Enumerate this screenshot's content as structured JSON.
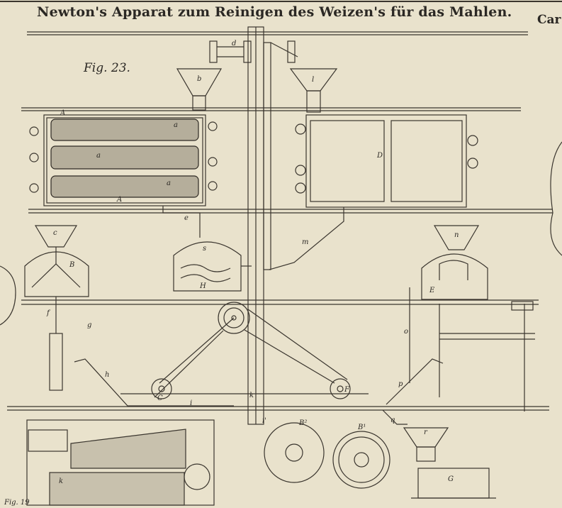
{
  "plate": {
    "title": "Newton's Apparat zum Reinigen des Weizen's für das Mahlen.",
    "title_cut_right": "Car",
    "fig_main": "Fig. 23.",
    "fig_bottom_left": "Fig. 19"
  },
  "labels": {
    "A_top": "A",
    "A_bottom": "A",
    "a1": "a",
    "a2": "a",
    "a3": "a",
    "b": "b",
    "d": "d",
    "l": "l",
    "D": "D",
    "c": "c",
    "B": "B",
    "e": "e",
    "m": "m",
    "n": "n",
    "E": "E",
    "s": "s",
    "H": "H",
    "f": "f",
    "g": "g",
    "h": "h",
    "C": "C",
    "i": "i",
    "k_shaft": "k",
    "i2": "i'",
    "F": "F",
    "p": "p",
    "o": "o",
    "q": "q",
    "r": "r",
    "G": "G",
    "B2a": "B²",
    "B2b": "B¹",
    "k_drum": "k"
  }
}
